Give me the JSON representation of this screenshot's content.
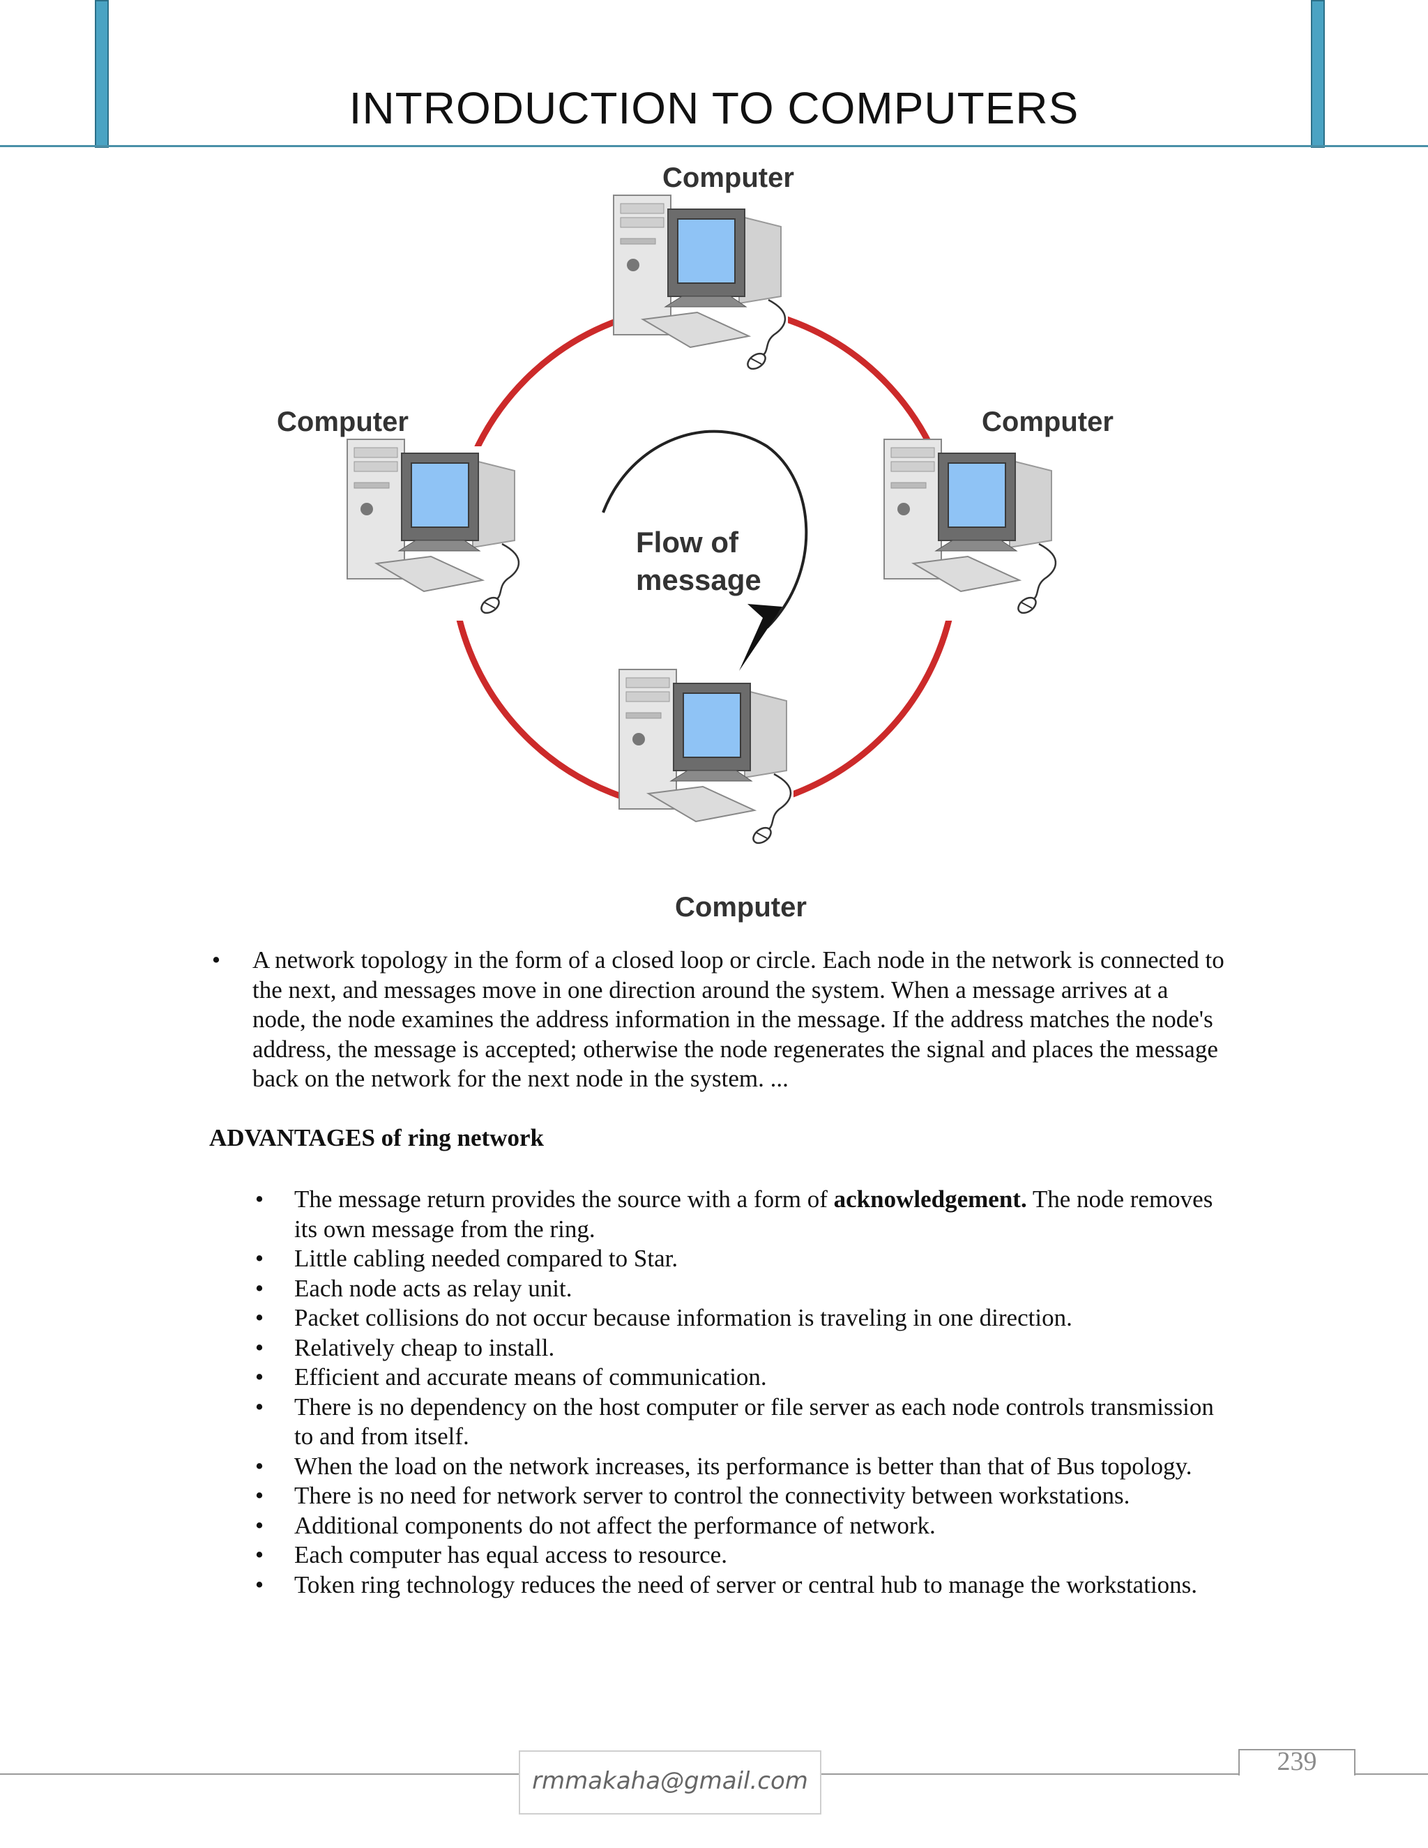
{
  "header": {
    "title": "INTRODUCTION TO COMPUTERS",
    "accent_color": "#4aa3c3"
  },
  "diagram": {
    "node_label": "Computer",
    "center_label_line1": "Flow of",
    "center_label_line2": "message",
    "ring_color": "#cc2a2a",
    "screen_color": "#8fc3f5",
    "icons": [
      "computer-icon",
      "computer-icon",
      "computer-icon",
      "computer-icon",
      "curved-arrow-icon"
    ]
  },
  "intro": {
    "bullet": "•",
    "text": "A network topology in the form of a closed loop or circle. Each node in the network is connected to the next, and messages move in one direction around the system. When a message arrives at a node, the node examines the address information in the message. If the address matches the node's address, the message is accepted; otherwise the node regenerates the signal and places the message back on the network for the next node in the system. ..."
  },
  "advantages": {
    "heading": "ADVANTAGES of ring network",
    "item1": {
      "before": "The message return provides the source with a form of ",
      "bold": "acknowledgement.",
      "after": " The node removes its own message from the ring."
    },
    "items": [
      "Little cabling needed compared to Star.",
      "Each node acts as relay unit.",
      "Packet collisions do not occur because information is traveling in one direction.",
      "Relatively cheap to install.",
      "Efficient and accurate means of communication.",
      "There is no dependency on the host computer or file server as each node controls transmission to and from itself.",
      "When the load on the network increases, its performance is better than that of Bus topology.",
      "There is no need for network server to control the connectivity between workstations.",
      "Additional components do not affect the performance of network.",
      "Each computer has equal access to resource.",
      "Token ring technology reduces the need of server or central hub to manage the workstations."
    ]
  },
  "footer": {
    "email": "rmmakaha@gmail.com",
    "page_number": "239"
  }
}
